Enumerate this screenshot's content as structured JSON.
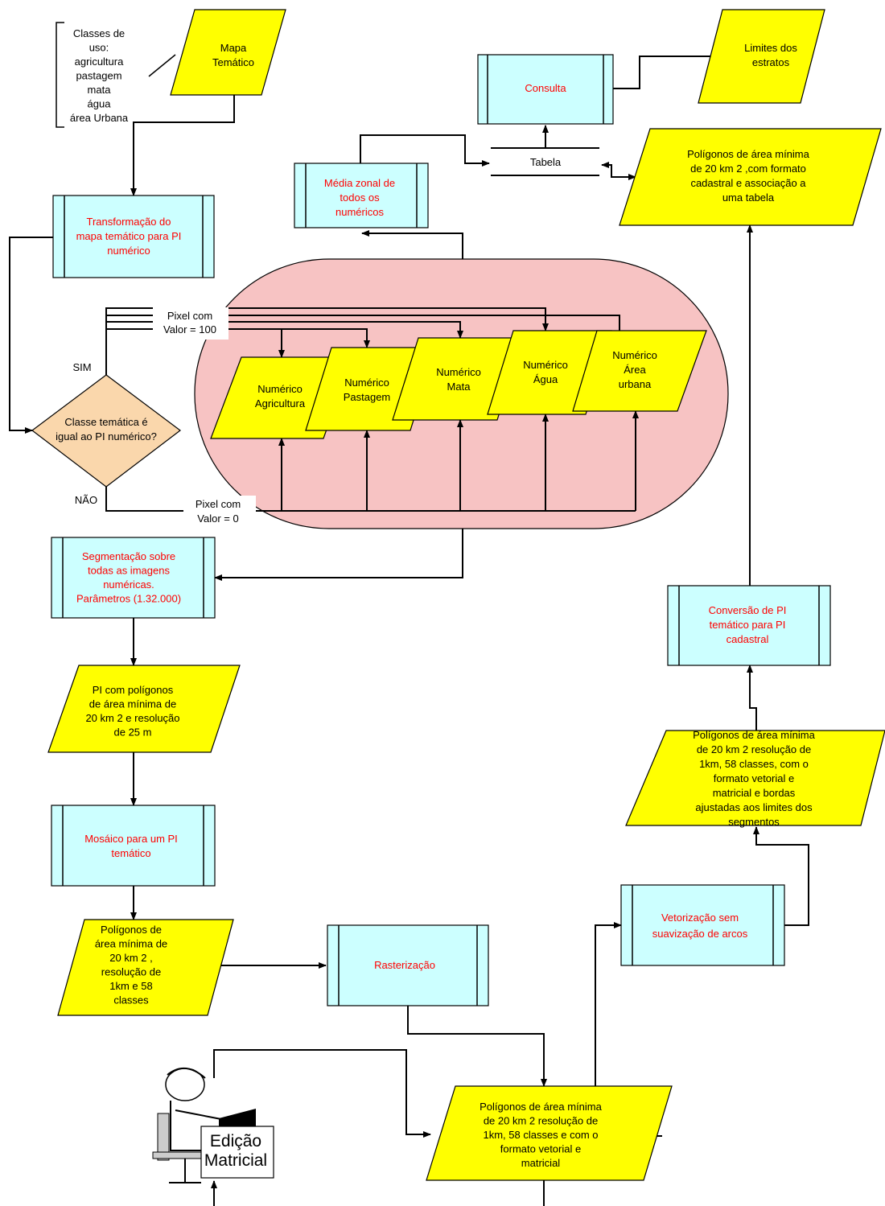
{
  "colors": {
    "data_shape": "#ffff00",
    "process_box": "#ccffff",
    "decision": "#fad7ac",
    "region": "#f7c3c3",
    "process_text": "#ff0000"
  },
  "legend_classes": [
    "Classes de",
    "uso:",
    "agricultura",
    "pastagem",
    "mata",
    "água",
    "área Urbana"
  ],
  "mapa_tematico": [
    "Mapa",
    "Temático"
  ],
  "consulta": [
    "Consulta"
  ],
  "limites_estratos": [
    "Limites dos",
    "estratos"
  ],
  "tabela": "Tabela",
  "poligonos_tabela": [
    "Polígonos de área mínima",
    "de  20 km  2  ,com formato",
    "cadastral e associação a",
    "uma tabela"
  ],
  "media_zonal": [
    "Média zonal de",
    "todos os",
    "numéricos"
  ],
  "transformacao": [
    "Transformação do",
    "mapa  temático para  PI",
    "numérico"
  ],
  "pixel_100": [
    "Pixel com",
    "Valor = 100"
  ],
  "pixel_0": [
    "Pixel com",
    "Valor = 0"
  ],
  "sim": "SIM",
  "nao": "NÃO",
  "decision": [
    "Classe temática é",
    "igual ao PI numérico?"
  ],
  "numericos": [
    [
      "Numérico",
      "Agricultura"
    ],
    [
      "Numérico",
      "Pastagem"
    ],
    [
      "Numérico",
      "Mata"
    ],
    [
      "Numérico",
      "Água"
    ],
    [
      "Numérico",
      "Área",
      "urbana"
    ]
  ],
  "segmentacao": [
    "Segmentação sobre",
    "todas as imagens",
    "numéricas.",
    "Parâmetros (1.32.000)"
  ],
  "pi_poligonos": [
    "PI com polígonos",
    "de área mínima de",
    "20 km  2 e resolução",
    "de 25 m"
  ],
  "mosaico": [
    "Mosáico para um PI",
    "temático"
  ],
  "poligonos_58": [
    "Polígonos de",
    "área mínima de",
    "20 km  2 ,",
    "resolução de",
    "1km e 58",
    "classes"
  ],
  "rasterizacao": [
    "Rasterização"
  ],
  "edicao": [
    "Edição",
    "Matricial"
  ],
  "poligonos_vet_mat": [
    "Polígonos de área mínima",
    "de  20 km  2 resolução de",
    "1km, 58 classes e com  o",
    "formato vetorial e",
    "matricial"
  ],
  "vetorizacao": [
    "Vetorização sem",
    "suavização de arcos"
  ],
  "poligonos_bordas": [
    "Polígonos de área mínima",
    "de  20 km  2 resolução de",
    "1km, 58 classes, com  o",
    "formato vetorial e",
    "matricial  e bordas",
    "ajustadas aos limites dos",
    "segmentos"
  ],
  "conversao": [
    "Conversão de PI",
    "temático para PI",
    "cadastral"
  ]
}
